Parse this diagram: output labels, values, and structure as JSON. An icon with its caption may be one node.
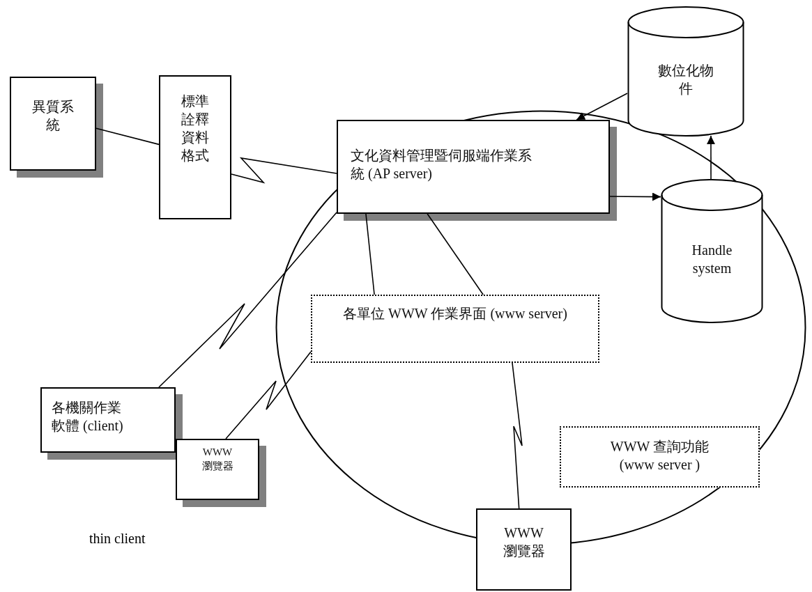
{
  "diagram": {
    "nodes": [
      {
        "text": [
          "異質系統"
        ]
      },
      {
        "text": [
          "標準詮釋資料格式"
        ]
      },
      {
        "text": [],
        "shape": "circle"
      },
      {
        "text": [
          "數位化物件"
        ]
      },
      {
        "text": [
          "文化資料管理暨伺服端作業系統 (AP server)"
        ],
        "in": 2
      },
      {
        "text": [
          "Handle system"
        ],
        "in": 2
      },
      {
        "text": [
          "各單位 WWW 作業界面 (www server)"
        ],
        "in": 2
      },
      {
        "text": [
          "WWW 查詢功能 (www server )"
        ],
        "in": 2
      },
      {
        "text": [
          "各機關作業軟體 (client)"
        ]
      },
      {
        "text": [
          "WWW 瀏覽器"
        ]
      },
      {
        "text": [
          "WWW 瀏覽器"
        ]
      }
    ],
    "edges": [
      {
        "from": 0,
        "to": 1,
        "arrow": "none"
      },
      {
        "from": 1,
        "to": 4,
        "arrow": "none"
      },
      {
        "from": 3,
        "to": 4,
        "arrow": "to"
      },
      {
        "from": 4,
        "to": 5,
        "arrow": "to"
      },
      {
        "from": 5,
        "to": 3,
        "arrow": "to"
      },
      {
        "from": 4,
        "to": 6,
        "arrow": "none"
      },
      {
        "from": 4,
        "to": 6,
        "arrow": "none"
      },
      {
        "from": 8,
        "to": 4,
        "arrow": "none"
      },
      {
        "from": 9,
        "to": 6,
        "arrow": "none"
      },
      {
        "from": 6,
        "to": 10,
        "arrow": "none"
      }
    ],
    "labels": [
      "thin client"
    ]
  }
}
